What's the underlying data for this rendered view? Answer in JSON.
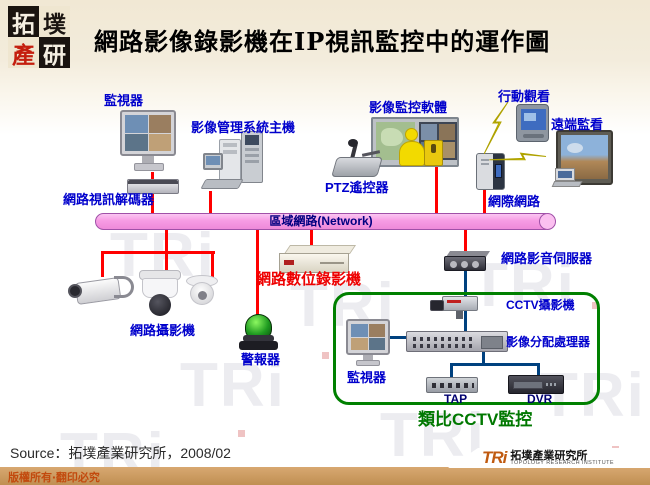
{
  "header": {
    "seal_chars": [
      "拓",
      "墣",
      "產",
      "研"
    ],
    "title": "網路影像錄影機在IP視訊監控中的運作圖"
  },
  "diagram": {
    "bus_label": "區域網路(Network)",
    "labels": {
      "monitor_top": "監視器",
      "mgmt_host": "影像管理系統主機",
      "decoder": "網路視訊解碼器",
      "software": "影像監控軟體",
      "ptz_remote": "PTZ遙控器",
      "mobile_view": "行動觀看",
      "remote_view": "遠端監看",
      "internet": "網際網路",
      "av_server": "網路影音伺服器",
      "ip_cameras": "網路攝影機",
      "alarm": "警報器",
      "nvr": "網路數位錄影機",
      "cctv_monitor": "監視器",
      "cctv_camera": "CCTV攝影機",
      "distributor": "影像分配處理器",
      "tap": "TAP",
      "dvr": "DVR",
      "cctv_zone": "類比CCTV監控"
    }
  },
  "footer": {
    "source": "Source：拓墣產業研究所，2008/02",
    "copyright": "版權所有‧翻印必究",
    "logo": {
      "abbr": "TRi",
      "cn": "拓墣產業研究所",
      "en": "TOPOLOGY RESEARCH INSTITUTE"
    }
  },
  "colors": {
    "label_blue": "#0000CC",
    "nvr_red": "#EE0000",
    "zone_green": "#007800",
    "bus_pink": "#F79BE4",
    "line_red": "#FF0000",
    "line_navy": "#00417F",
    "footer_tan": "#CE9C62",
    "logo_orange": "#C05A10"
  },
  "watermark": "TRi"
}
